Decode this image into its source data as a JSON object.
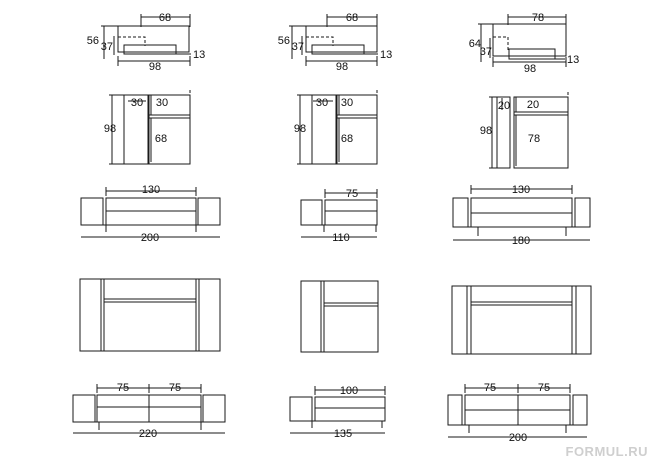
{
  "drawing": {
    "side_views": [
      {
        "depth_top": "68",
        "height": "56",
        "seat_height": "37",
        "depth": "98",
        "leg": "13"
      },
      {
        "depth_top": "68",
        "height": "56",
        "seat_height": "37",
        "depth": "98",
        "leg": "13"
      },
      {
        "depth_top": "78",
        "height": "64",
        "seat_height": "37",
        "depth": "98",
        "leg": "13"
      }
    ],
    "plan_modules": [
      {
        "arm": "30",
        "back": "30",
        "depth": "98",
        "seat": "68"
      },
      {
        "arm": "30",
        "back": "30",
        "depth": "98",
        "seat": "68"
      },
      {
        "arm": "20",
        "back": "20",
        "depth": "98",
        "seat": "78"
      }
    ],
    "front_row_1": {
      "left_seat": "130",
      "left_total": "200",
      "mid_seat": "75",
      "mid_total": "110",
      "right_seat": "130",
      "right_total": "180"
    },
    "front_row_2": {
      "left_seat_a": "75",
      "left_seat_b": "75",
      "left_total": "220",
      "mid_seat": "100",
      "mid_total": "135",
      "right_seat_a": "75",
      "right_seat_b": "75",
      "right_total": "200"
    }
  },
  "watermark": "FORMUL.RU"
}
